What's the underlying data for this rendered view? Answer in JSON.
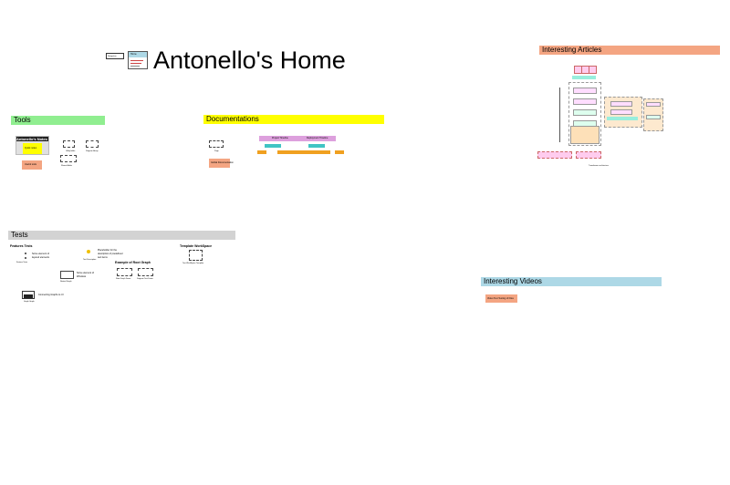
{
  "page": {
    "title": "Antonello's Home"
  },
  "colors": {
    "tools": "#90ee90",
    "documentations": "#ffff00",
    "tests": "#d3d3d3",
    "articles": "#f4a582",
    "videos": "#add8e6",
    "salmon_card": "#f4a582",
    "teal": "#40c4c4",
    "orange": "#f0a020",
    "lilac": "#dda0dd"
  },
  "sections": {
    "tools": {
      "label": "Tools",
      "notes_title": "Antonello's Notes",
      "notes_inner": "Quick notes",
      "salmon_card": "Useful tools",
      "items": [
        "Utility folder",
        "Diagram library",
        "Shared folder"
      ]
    },
    "documentations": {
      "label": "Documentations",
      "small_item": "Page",
      "salmon_card": "Global Documentation",
      "timeline_phases": [
        "Project Timeline",
        "Deployment Timeline"
      ]
    },
    "tests": {
      "label": "Tests",
      "features_title": "Features Tests",
      "features_items": [
        "Some element of layered elements",
        "Feature Tests"
      ],
      "template_title": "Template WorkSpace",
      "template_caption": "Test WorkSpace Template",
      "example_title": "Example of Root Graph",
      "example_items": [
        "Root Graph Demo",
        "Diagram Test Demo"
      ],
      "misc_items": [
        "Placeholder for the description of predefined text items",
        "Test Description"
      ],
      "nested_caption": "Some element of Windows",
      "nested_label": "Nested Graph",
      "bottom_caption": "Connecting Graphs to UI",
      "bottom_label": "Graph Graph"
    },
    "articles": {
      "label": "Interesting Articles",
      "caption": "Transformer architecture"
    },
    "videos": {
      "label": "Interesting Videos",
      "salmon_card": "Video Text Testing of Files"
    }
  },
  "logo": {
    "top_label": "Home",
    "side_label": "Navigation"
  }
}
